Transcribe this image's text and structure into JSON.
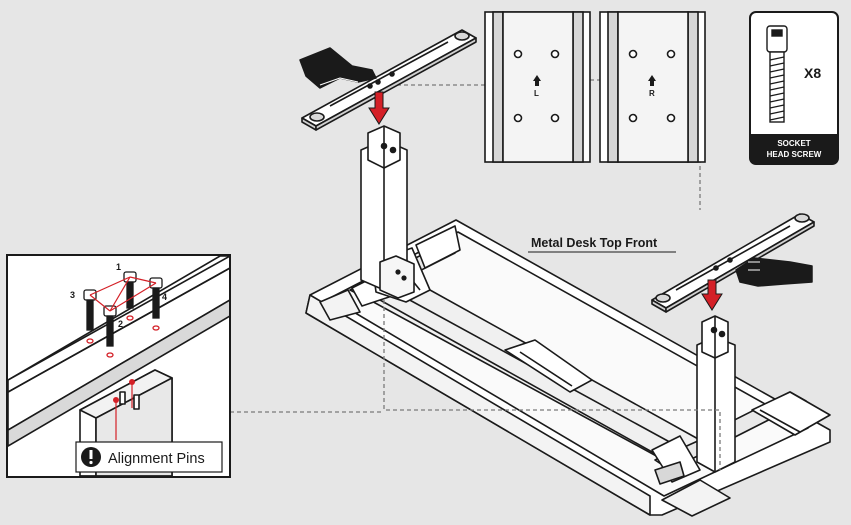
{
  "labels": {
    "desk_top": "Metal Desk Top Front",
    "alignment": "Alignment Pins",
    "left_marker": "L",
    "right_marker": "R",
    "screw_qty": "X8",
    "screw_name_line1": "SOCKET",
    "screw_name_line2": "HEAD SCREW",
    "bolt_numbers": [
      "1",
      "2",
      "3",
      "4"
    ]
  },
  "colors": {
    "background": "#e6e6e6",
    "line": "#1a1a1a",
    "accent_red": "#d42027",
    "dashed": "#7a7a7a"
  },
  "icons": {
    "alert": "exclamation-circle-icon",
    "direction": "up-arrow-icon",
    "hand": "hand-icon"
  }
}
